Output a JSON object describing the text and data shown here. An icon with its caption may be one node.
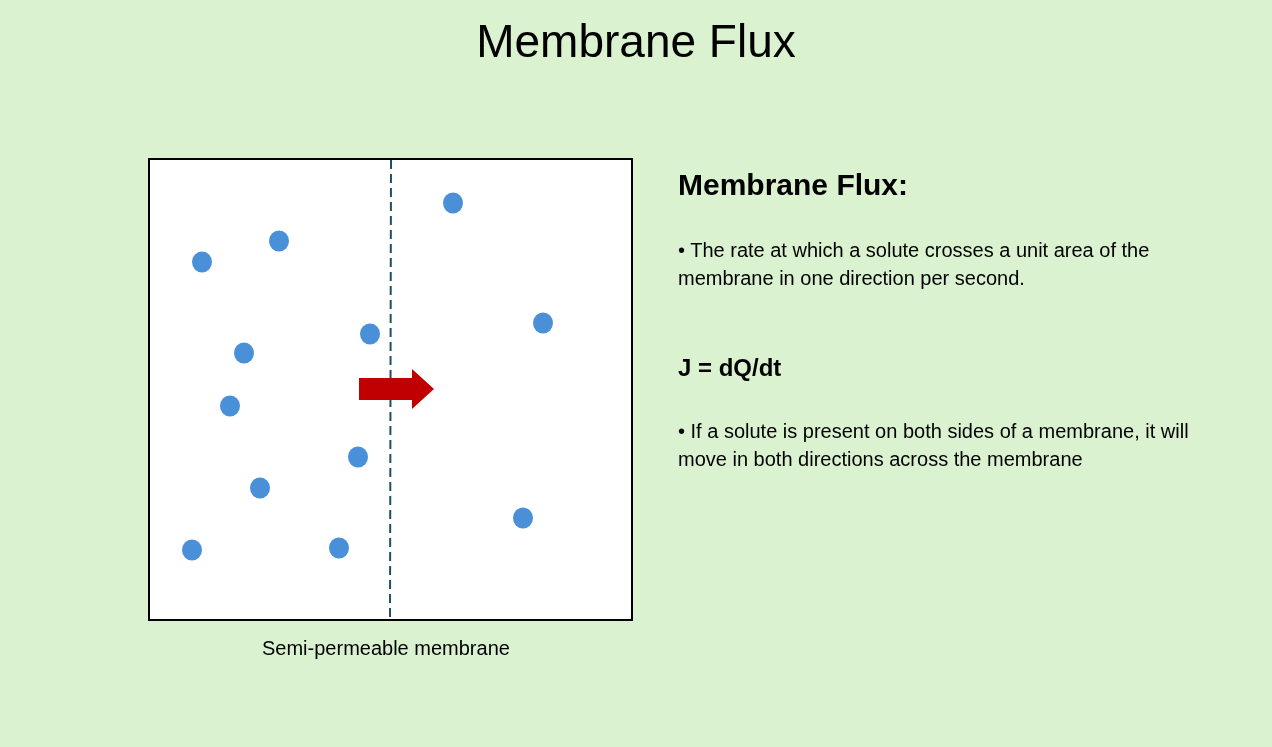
{
  "diagram": {
    "title": "Membrane Flux",
    "labels": [
      "Membrane Flux:",
      "• The rate at which a solute crosses a unit area of the membrane in one direction per second.",
      "J = dQ/dt",
      "• If a solute is present on both sides of a membrane, it will move in both directions across the membrane",
      "Semi-permeable membrane"
    ]
  }
}
